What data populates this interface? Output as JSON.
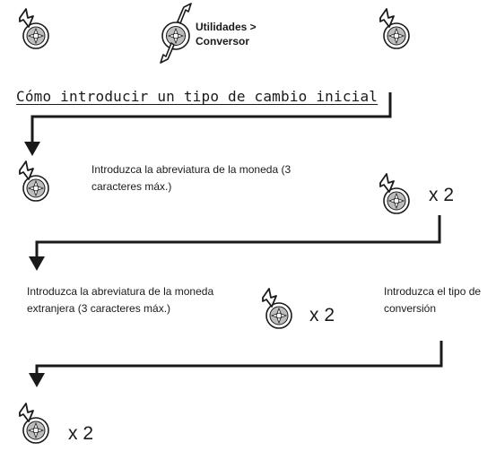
{
  "menu_path": [
    "Utilidades >",
    "Conversor"
  ],
  "heading": "Cómo introducir un tipo de cambio inicial",
  "steps": {
    "step1_text": "Introduzca la abreviatura de la moneda (3 caracteres máx.)",
    "step1_multiplier": "x 2",
    "step2_text": "Introduzca la abreviatura de la moneda extranjera (3 caracteres máx.)",
    "step2_multiplier": "x 2",
    "step3_text": "Introduzca el tipo de conversión",
    "step4_multiplier": "x 2"
  },
  "icons": {
    "navigation_key": "nav-key-press-icon",
    "navigation_key_scroll": "nav-key-scroll-icon"
  },
  "colors": {
    "line": "#1a1a1a",
    "key_fill": "#bdbdbd"
  }
}
